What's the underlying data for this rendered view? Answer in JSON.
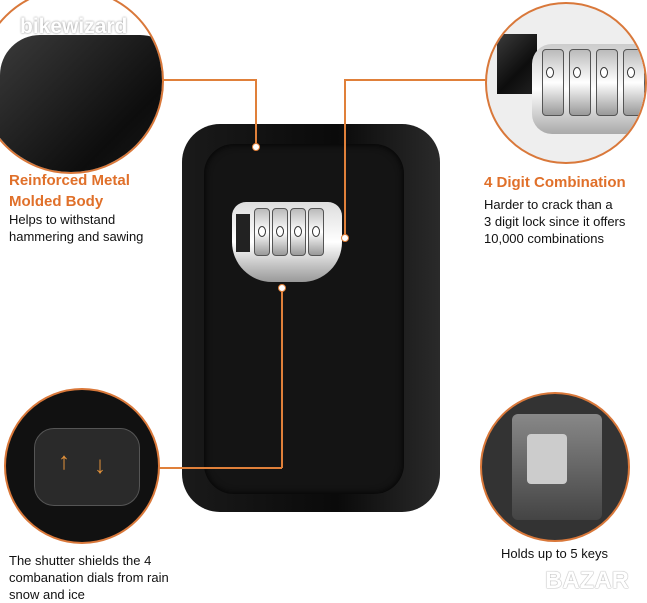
{
  "watermark_top": "bikewizard",
  "watermark_bottom": "BAZAR",
  "features": {
    "body": {
      "title_1": "Reinforced Metal",
      "title_2": "Molded Body",
      "desc_1": "Helps to withstand",
      "desc_2": "hammering and sawing"
    },
    "combination": {
      "title": "4 Digit Combination",
      "desc_1": "Harder to crack than a",
      "desc_2": "3 digit lock since it offers",
      "desc_3": "10,000 combinations"
    },
    "shutter": {
      "desc_1": "The shutter shields the 4",
      "desc_2": "combanation dials from rain",
      "desc_3": "snow and ice"
    },
    "keys": {
      "desc": "Holds up to 5 keys"
    }
  },
  "colors": {
    "accent": "#e0702a",
    "body": "#111111"
  }
}
